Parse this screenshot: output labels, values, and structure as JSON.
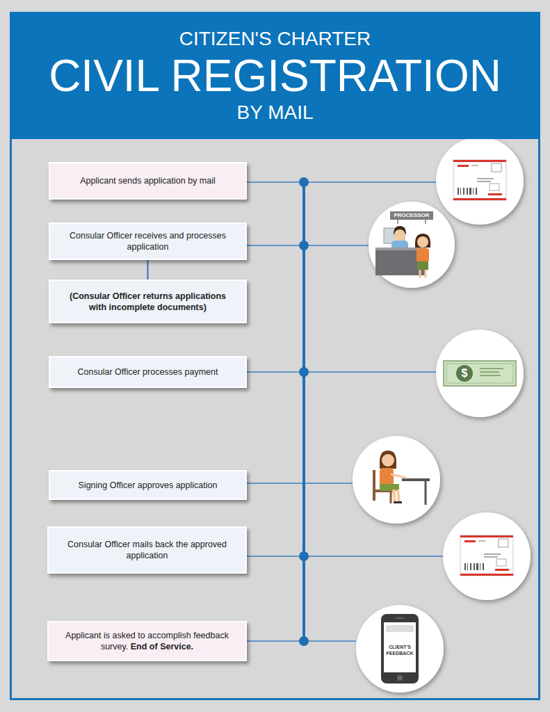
{
  "diagram": {
    "nodes": [
      {
        "text": [
          "CITIZEN'S CHARTER",
          "CIVIL REGISTRATION",
          "BY MAIL"
        ]
      },
      {
        "text": [
          "Applicant sends application by mail"
        ]
      },
      {
        "text": [
          "Consular Officer receives and processes application"
        ]
      },
      {
        "text": [
          "(Consular Officer returns applications with incomplete documents)"
        ]
      },
      {
        "text": [
          "Consular Officer processes payment"
        ]
      },
      {
        "text": [
          "Signing Officer approves application"
        ]
      },
      {
        "text": [
          "Consular Officer mails back the approved application"
        ]
      },
      {
        "text": [
          "Applicant is asked to accomplish feedback survey.",
          "End of Service."
        ]
      }
    ],
    "edges": [
      {
        "from": 2,
        "to": 3,
        "arrow": "none"
      }
    ],
    "labels": [
      "PROCESSOR",
      "$",
      "CLIENT'S FEEDBACK"
    ]
  }
}
